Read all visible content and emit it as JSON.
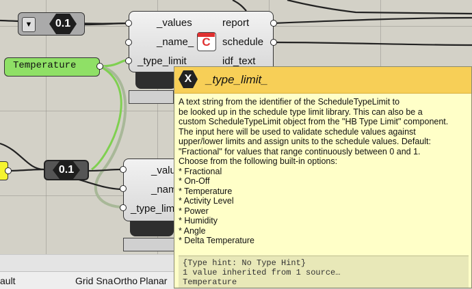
{
  "canvas": {
    "panel_temperature": "Temperature",
    "number_slider_top": "0.1",
    "number_slider_mid": "0.1"
  },
  "component_top": {
    "inputs": [
      "_values",
      "_name_",
      "_type_limit"
    ],
    "outputs": [
      "report",
      "schedule",
      "idf_text"
    ],
    "icon_letter": "C"
  },
  "component_mid": {
    "inputs": [
      "_valu",
      "_nam",
      "_type_lim"
    ]
  },
  "tooltip": {
    "icon_letter": "X",
    "title": "_type_limit_",
    "description": "A text string from the identifier of the ScheduleTypeLimit to\nbe looked up in the schedule type limit library. This can also be a\ncustom ScheduleTypeLimit object from the \"HB Type Limit\" component.\nThe input here will be used to validate schedule values against\nupper/lower limits and assign units to the schedule values. Default:\n\"Fractional\" for values that range continuously between 0 and 1.\nChoose from the following built-in options:\n* Fractional\n* On-Off\n* Temperature\n* Activity Level\n* Power\n* Humidity\n* Angle\n* Delta Temperature",
    "hint_line1": "{Type hint: No Type Hint}",
    "hint_line2": "1 value inherited from 1 source…",
    "hint_line3": "Temperature"
  },
  "statusbar": {
    "item_default": "ault",
    "item_grid_snap": "Grid Sna",
    "item_ortho": "Ortho",
    "item_planar": "Planar"
  },
  "colors": {
    "panel_green": "#8fe066",
    "tooltip_bg": "#ffffc8",
    "tooltip_header": "#f7cf57",
    "wire_green": "#7fd050",
    "icon_red": "#e03030"
  }
}
